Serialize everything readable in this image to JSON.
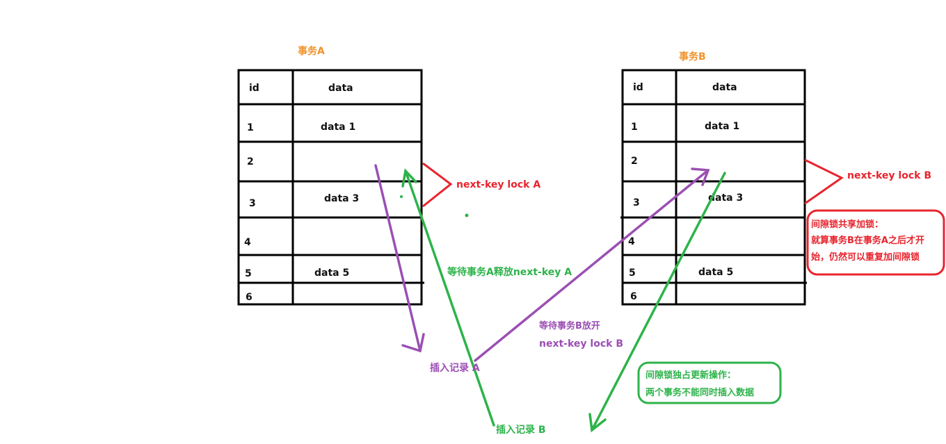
{
  "colors": {
    "orange": "#f0922b",
    "red": "#e8242e",
    "green": "#2db34a",
    "purple": "#9b4fb3",
    "ink": "#000000"
  },
  "transaction_a": {
    "title": "事务A",
    "header": {
      "id": "id",
      "data": "data"
    },
    "rows": [
      {
        "id": "1",
        "data": "data 1"
      },
      {
        "id": "2",
        "data": ""
      },
      {
        "id": "3",
        "data": "data 3"
      },
      {
        "id": "4",
        "data": ""
      },
      {
        "id": "5",
        "data": "data 5"
      },
      {
        "id": "6",
        "data": ""
      }
    ],
    "lock_label": "next-key lock A"
  },
  "transaction_b": {
    "title": "事务B",
    "header": {
      "id": "id",
      "data": "data"
    },
    "rows": [
      {
        "id": "1",
        "data": "data 1"
      },
      {
        "id": "2",
        "data": ""
      },
      {
        "id": "3",
        "data": "data 3"
      },
      {
        "id": "4",
        "data": ""
      },
      {
        "id": "5",
        "data": "data 5"
      },
      {
        "id": "6",
        "data": ""
      }
    ],
    "lock_label": "next-key lock B"
  },
  "annotations": {
    "wait_a": "等待事务A释放next-key A",
    "wait_b_line1": "等待事务B放开",
    "wait_b_line2": "next-key lock B",
    "insert_a": "插入记录 A",
    "insert_b": "插入记录 B",
    "shared_box_line1": "间隙锁共享加锁：",
    "shared_box_line2": "就算事务B在事务A之后才开",
    "shared_box_line3": "始，仍然可以重复加间隙锁",
    "exclusive_box_line1": "间隙锁独占更新操作：",
    "exclusive_box_line2": "两个事务不能同时插入数据"
  }
}
